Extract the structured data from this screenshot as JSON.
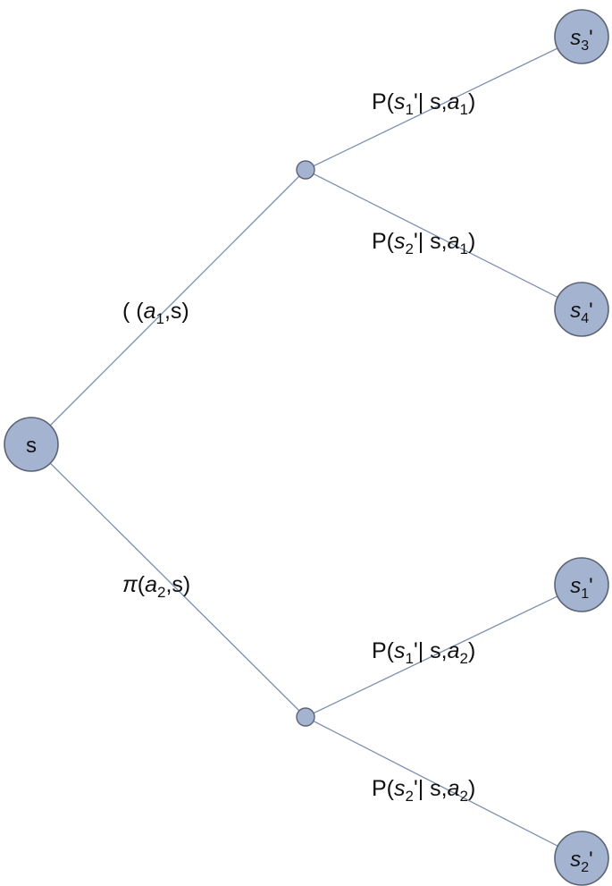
{
  "nodes": {
    "root": "s",
    "s3_base": "s",
    "s3_sub": "3",
    "s3_prime": "'",
    "s4_base": "s",
    "s4_sub": "4",
    "s4_prime": "'",
    "s1_base": "s",
    "s1_sub": "1",
    "s1_prime": "'",
    "s2_base": "s",
    "s2_sub": "2",
    "s2_prime": "'"
  },
  "edges": {
    "pi_a1": {
      "open": "(",
      "paren": " (",
      "a": "a",
      "a_sub": "1",
      "tail": ",s)"
    },
    "pi_a2": {
      "pi": "π",
      "paren": "(",
      "a": "a",
      "a_sub": "2",
      "tail": ",s)"
    },
    "p_s1_a1": {
      "P": "P(",
      "s": "s",
      "s_sub": "1",
      "mid": "'| s,",
      "a": "a",
      "a_sub": "1",
      "close": ")"
    },
    "p_s2_a1": {
      "P": "P(",
      "s": "s",
      "s_sub": "2",
      "mid": "'| s,",
      "a": "a",
      "a_sub": "1",
      "close": ")"
    },
    "p_s1_a2": {
      "P": "P(",
      "s": "s",
      "s_sub": "1",
      "mid": "'| s,",
      "a": "a",
      "a_sub": "2",
      "close": ")"
    },
    "p_s2_a2": {
      "P": "P(",
      "s": "s",
      "s_sub": "2",
      "mid": "'| s,",
      "a": "a",
      "a_sub": "2",
      "close": ")"
    }
  },
  "colors": {
    "node_fill": "#a4b3cf",
    "node_stroke": "#5b6474",
    "edge": "#7b8fae"
  }
}
